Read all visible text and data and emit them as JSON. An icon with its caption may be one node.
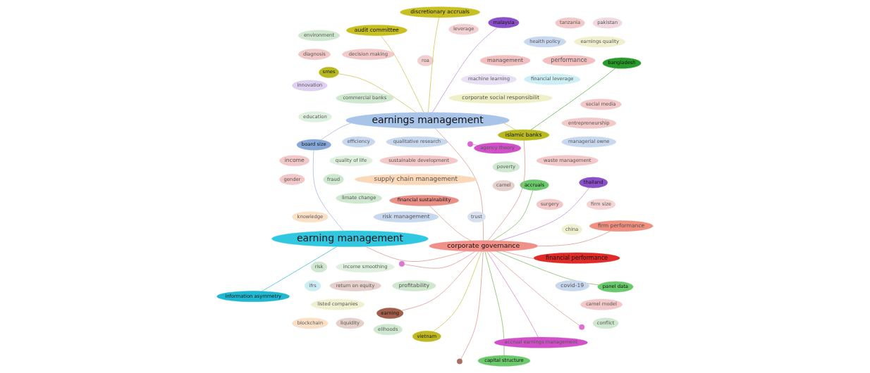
{
  "diagram": {
    "nodes": [
      {
        "text": [
          "qualitative research"
        ]
      },
      {
        "text": [
          "health policy"
        ]
      },
      {
        "text": [
          "poverty"
        ]
      },
      {
        "text": [
          "efficiency"
        ]
      },
      {
        "text": [
          "surgery"
        ]
      },
      {
        "text": [
          "liquidity"
        ]
      },
      {
        "text": [
          "earning"
        ]
      },
      {
        "text": [
          "camel"
        ]
      },
      {
        "text": [
          "return on equity"
        ]
      },
      {
        "text": [
          "risk management"
        ]
      },
      {
        "text": [
          "performance"
        ]
      },
      {
        "text": [
          "panel data"
        ]
      },
      {
        "text": [
          "firm size"
        ]
      },
      {
        "text": [
          "leverage"
        ]
      },
      {
        "text": [
          "limate change"
        ]
      },
      {
        "text": [
          "management"
        ]
      },
      {
        "text": [
          "covid-19"
        ]
      },
      {
        "text": [
          "capital structure"
        ]
      },
      {
        "text": [
          "financial leverage"
        ]
      },
      {
        "text": [
          "roa"
        ]
      },
      {
        "text": [
          "risk"
        ]
      },
      {
        "text": [
          "fraud"
        ]
      },
      {
        "text": [
          "profitability"
        ]
      },
      {
        "text": [
          "accruals"
        ]
      },
      {
        "text": [
          "elihoods"
        ]
      },
      {
        "text": [
          "commercial banks"
        ]
      },
      {
        "text": [
          "income smoothing"
        ]
      },
      {
        "text": [
          "financial performance"
        ]
      },
      {
        "text": [
          "financial sustainability"
        ]
      },
      {
        "text": [
          "conflict"
        ]
      },
      {
        "text": [
          "camel model"
        ]
      },
      {
        "text": [
          "information asymmetry"
        ]
      },
      {
        "text": [
          "bangladesh"
        ]
      },
      {
        "text": [],
        "shape": "circle"
      },
      {
        "text": [
          "earning management"
        ]
      },
      {
        "text": [
          "diagnosis"
        ]
      },
      {
        "text": [
          "accrual earnings management"
        ]
      },
      {
        "text": [],
        "shape": "circle"
      },
      {
        "text": [
          "corporate governance"
        ]
      },
      {
        "text": [],
        "shape": "circle"
      },
      {
        "text": [
          "education"
        ]
      },
      {
        "text": [
          "firm performance"
        ]
      },
      {
        "text": [
          "sustainable development"
        ]
      },
      {
        "text": [
          "pakistan"
        ]
      },
      {
        "text": [
          "waste management"
        ]
      },
      {
        "text": [
          "tanzania"
        ]
      },
      {
        "text": [
          "agency theory"
        ]
      },
      {
        "text": [
          "managerial owne"
        ]
      },
      {
        "text": [
          "board size"
        ]
      },
      {
        "text": [
          "quality of life"
        ]
      },
      {
        "text": [
          "income"
        ]
      },
      {
        "text": [
          "gender"
        ]
      },
      {
        "text": [
          "entrepreneurship"
        ]
      },
      {
        "text": [
          "islamic banks"
        ]
      },
      {
        "text": [],
        "shape": "circle"
      },
      {
        "text": [
          "earnings management"
        ]
      },
      {
        "text": [
          "decision making"
        ]
      },
      {
        "text": [
          "social media"
        ]
      },
      {
        "text": [
          "environment"
        ]
      },
      {
        "text": [
          "corporate social responsibilit"
        ]
      },
      {
        "text": [
          "audit committee"
        ]
      },
      {
        "text": [
          "ifrs"
        ]
      },
      {
        "text": [
          "discretionary accruals"
        ]
      },
      {
        "text": [
          "smes"
        ]
      },
      {
        "text": [
          "innovation"
        ]
      },
      {
        "text": [
          "supply chain management"
        ]
      },
      {
        "text": [
          "vietnam"
        ]
      },
      {
        "text": [
          "malaysia"
        ]
      },
      {
        "text": [
          "china"
        ]
      },
      {
        "text": [
          "listed companies"
        ]
      },
      {
        "text": [
          "trust"
        ]
      },
      {
        "text": [
          "thailand"
        ]
      },
      {
        "text": [
          "knowledge"
        ]
      },
      {
        "text": [
          "blockchain"
        ]
      },
      {
        "text": [
          "earnings quality"
        ]
      },
      {
        "text": [
          "machine learning"
        ]
      }
    ],
    "edges": [
      {
        "from": 6,
        "to": 38,
        "arrow": "none"
      },
      {
        "from": 11,
        "to": 38,
        "arrow": "none",
        "color": "#88c070"
      },
      {
        "from": 17,
        "to": 38,
        "arrow": "none",
        "color": "#88c070"
      },
      {
        "from": 23,
        "to": 38,
        "arrow": "none",
        "color": "#88c070"
      },
      {
        "from": 28,
        "to": 38,
        "arrow": "none"
      },
      {
        "from": 27,
        "to": 38,
        "arrow": "none"
      },
      {
        "from": 33,
        "to": 38,
        "arrow": "none"
      },
      {
        "from": 36,
        "to": 38,
        "arrow": "none",
        "color": "#e088c8"
      },
      {
        "from": 41,
        "to": 38,
        "arrow": "none"
      },
      {
        "from": 32,
        "to": 53,
        "arrow": "none",
        "color": "#6ab850"
      },
      {
        "from": 53,
        "to": 38,
        "arrow": "none"
      },
      {
        "from": 53,
        "to": 55,
        "arrow": "none",
        "color": "#d0c860"
      },
      {
        "from": 63,
        "to": 55,
        "arrow": "none",
        "color": "#d0c860"
      },
      {
        "from": 66,
        "to": 38,
        "arrow": "none",
        "color": "#d0c860"
      },
      {
        "from": 71,
        "to": 38,
        "arrow": "none",
        "color": "#c098d8"
      },
      {
        "from": 67,
        "to": 55,
        "arrow": "none",
        "color": "#c098d8"
      },
      {
        "from": 62,
        "to": 55,
        "arrow": "none",
        "color": "#d0c860"
      },
      {
        "from": 60,
        "to": 55,
        "arrow": "none",
        "color": "#d0c860"
      },
      {
        "from": 31,
        "to": 34,
        "arrow": "none",
        "color": "#40c0d8"
      },
      {
        "from": 39,
        "to": 46,
        "arrow": "none",
        "color": "#e088c8"
      },
      {
        "from": 48,
        "to": 34,
        "arrow": "none",
        "color": "#b0bce0"
      },
      {
        "from": 48,
        "to": 55,
        "arrow": "none",
        "color": "#b0bce0"
      },
      {
        "from": 54,
        "to": 38,
        "arrow": "none"
      },
      {
        "from": 37,
        "to": 38,
        "arrow": "none"
      },
      {
        "from": 34,
        "to": 38,
        "arrow": "none"
      },
      {
        "from": 38,
        "to": 55,
        "arrow": "none"
      }
    ]
  }
}
